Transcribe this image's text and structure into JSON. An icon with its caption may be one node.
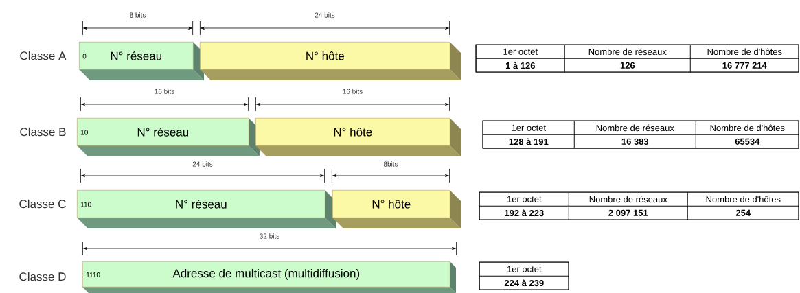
{
  "diagram": {
    "nodes": [
      {
        "text": [
          "0",
          "N° réseau"
        ]
      },
      {
        "text": [
          "N° hôte"
        ]
      },
      {
        "text": [
          "10",
          "N° réseau"
        ]
      },
      {
        "text": [
          "N° hôte"
        ]
      },
      {
        "text": [
          "110",
          "N° réseau"
        ]
      },
      {
        "text": [
          "N° hôte"
        ]
      },
      {
        "text": [
          "1110",
          "Adresse de multicast (multidiffusion)"
        ]
      }
    ],
    "labels": [
      "8 bits",
      "24 bits",
      "Classe A",
      "1er octet",
      "Nombre de réseaux",
      "Nombre de d'hôtes",
      "1 à 126",
      "126",
      "16 777 214",
      "16 bits",
      "16 bits",
      "Classe B",
      "1er octet",
      "Nombre de réseaux",
      "Nombre de d'hôtes",
      "128 à 191",
      "16 383",
      "65534",
      "24 bits",
      "8bits",
      "Classe C",
      "1er octet",
      "Nombre de réseaux",
      "Nombre de d'hôtes",
      "192 à 223",
      "2 097 151",
      "254",
      "32 bits",
      "Classe D",
      "1er octet",
      "224 à 239"
    ]
  }
}
